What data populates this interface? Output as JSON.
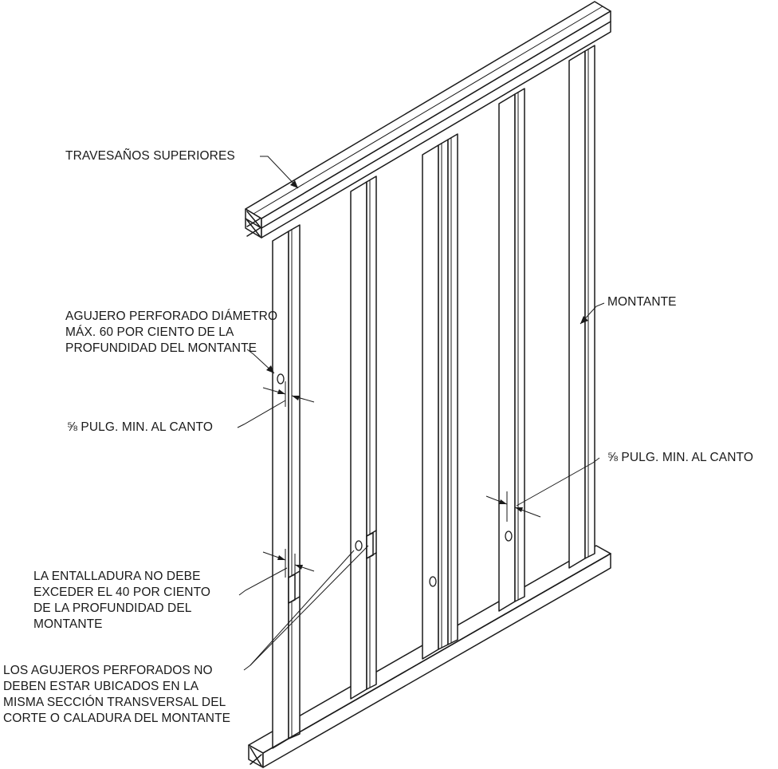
{
  "labels": {
    "top_plates": "TRAVESAÑOS SUPERIORES",
    "stud": "MONTANTE",
    "bored_hole": [
      "AGUJERO PERFORADO DIÁMETRO",
      "MÁX. 60 POR CIENTO DE LA",
      "PROFUNDIDAD DEL MONTANTE"
    ],
    "edge_distance_left": "⅝ PULG. MIN. AL CANTO",
    "edge_distance_right": "⅝ PULG. MIN. AL CANTO",
    "notch": [
      "LA ENTALLADURA NO DEBE",
      "EXCEDER EL 40 POR CIENTO",
      "DE LA PROFUNDIDAD DEL",
      "MONTANTE"
    ],
    "same_section": [
      "LOS AGUJEROS PERFORADOS NO",
      "DEBEN ESTAR UBICADOS EN LA",
      "MISMA SECCIÓN TRANSVERSAL DEL",
      "CORTE O CALADURA DEL MONTANTE"
    ]
  }
}
